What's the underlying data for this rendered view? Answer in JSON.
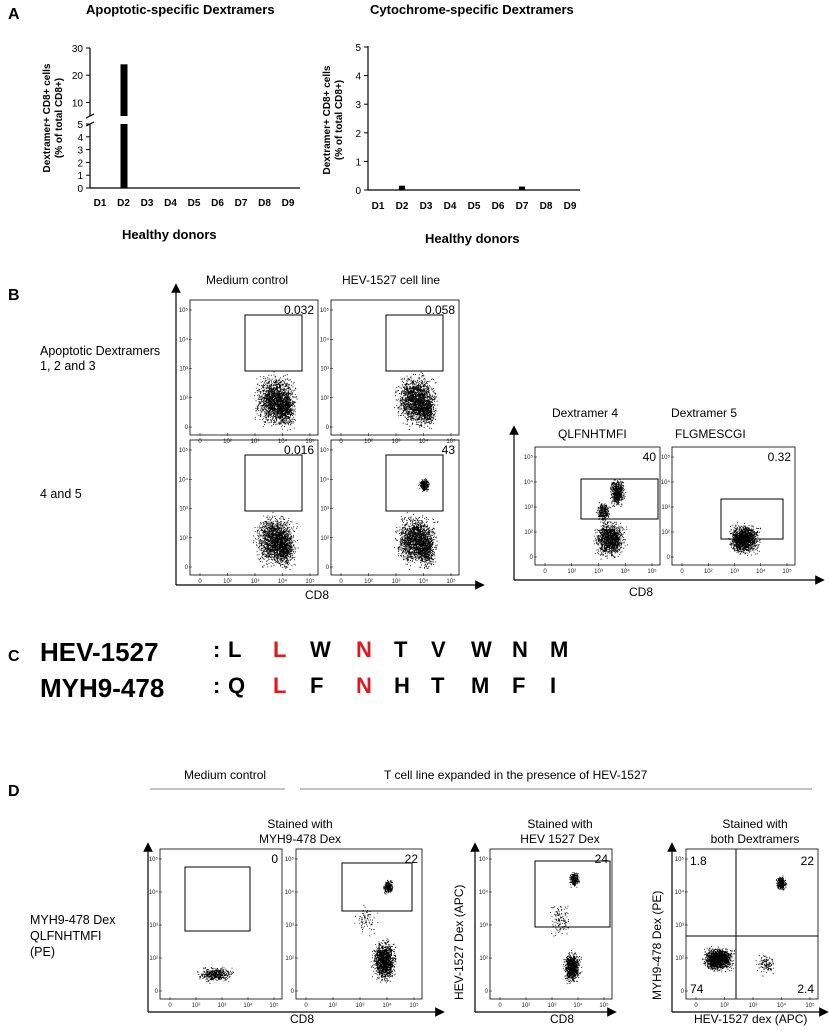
{
  "panel_letters": {
    "a": "A",
    "b": "B",
    "c": "C",
    "d": "D"
  },
  "chart_data": [
    {
      "type": "bar",
      "title": "Apoptotic-specific Dextramers",
      "categories": [
        "D1",
        "D2",
        "D3",
        "D4",
        "D5",
        "D6",
        "D7",
        "D8",
        "D9"
      ],
      "values": [
        0,
        24,
        0,
        0,
        0,
        0,
        0,
        0,
        0
      ],
      "xlabel": "Healthy donors",
      "ylabel": "Dextramer+ CD8+ cells\n(% of total CD8+)",
      "y_axis_break": true,
      "yticks_lower": [
        "0",
        "1",
        "2",
        "3",
        "4",
        "5"
      ],
      "yticks_upper": [
        "10",
        "20",
        "30"
      ],
      "ylim": [
        0,
        30
      ]
    },
    {
      "type": "bar",
      "title": "Cytochrome-specific Dextramers",
      "categories": [
        "D1",
        "D2",
        "D3",
        "D4",
        "D5",
        "D6",
        "D7",
        "D8",
        "D9"
      ],
      "values": [
        0,
        0.15,
        0,
        0,
        0,
        0,
        0.12,
        0,
        0
      ],
      "xlabel": "Healthy donors",
      "ylabel": "Dextramer+ CD8+ cells\n(% of total CD8+)",
      "yticks": [
        "0",
        "1",
        "2",
        "3",
        "4",
        "5"
      ],
      "ylim": [
        0,
        5
      ]
    }
  ],
  "panel_b": {
    "col_headers": [
      "Medium control",
      "HEV-1527 cell line"
    ],
    "row_labels": [
      "Apoptotic Dextramers\n1, 2 and 3",
      "4 and 5"
    ],
    "gate_values": [
      "0.032",
      "0.058",
      "0.016",
      "43"
    ],
    "xlabel": "CD8",
    "right": {
      "headers": [
        "Dextramer 4",
        "Dextramer 5"
      ],
      "subheaders": [
        "QLFNHTMFI",
        "FLGMESCGI"
      ],
      "gate_values": [
        "40",
        "0.32"
      ],
      "xlabel": "CD8"
    },
    "log_ticks_y": [
      "10⁵",
      "10⁴",
      "10³",
      "10²",
      "0"
    ],
    "log_ticks_x": [
      "0",
      "10²",
      "10³",
      "10⁴",
      "10⁵"
    ]
  },
  "panel_c": {
    "rows": [
      {
        "name": "HEV-1527",
        "residues": [
          "L",
          "L",
          "W",
          "N",
          "T",
          "V",
          "W",
          "N",
          "M"
        ]
      },
      {
        "name": "MYH9-478",
        "residues": [
          "Q",
          "L",
          "F",
          "N",
          "H",
          "T",
          "M",
          "F",
          "I"
        ]
      }
    ],
    "highlight_positions": [
      2,
      4
    ],
    "highlight_color": "#e0191f",
    "separator": ":"
  },
  "panel_d": {
    "group_medium": "Medium control",
    "group_tcell": "T cell line expanded in the presence of HEV-1527",
    "stain_headers": [
      "Stained with\nMYH9-478 Dex",
      "Stained with\nHEV 1527 Dex",
      "Stained with\nboth Dextramers"
    ],
    "side_label": "MYH9-478 Dex\nQLFNHTMFI\n(PE)",
    "gate_values": [
      "0",
      "22",
      "24"
    ],
    "quadrants": {
      "ul": "1.8",
      "ur": "22",
      "ll": "74",
      "lr": "2.4"
    },
    "xlabels": [
      "CD8",
      "CD8",
      "HEV-1527 dex (APC)"
    ],
    "ylabels": [
      "HEV-1527 Dex (APC)",
      "MYH9-478 Dex (PE)"
    ]
  }
}
